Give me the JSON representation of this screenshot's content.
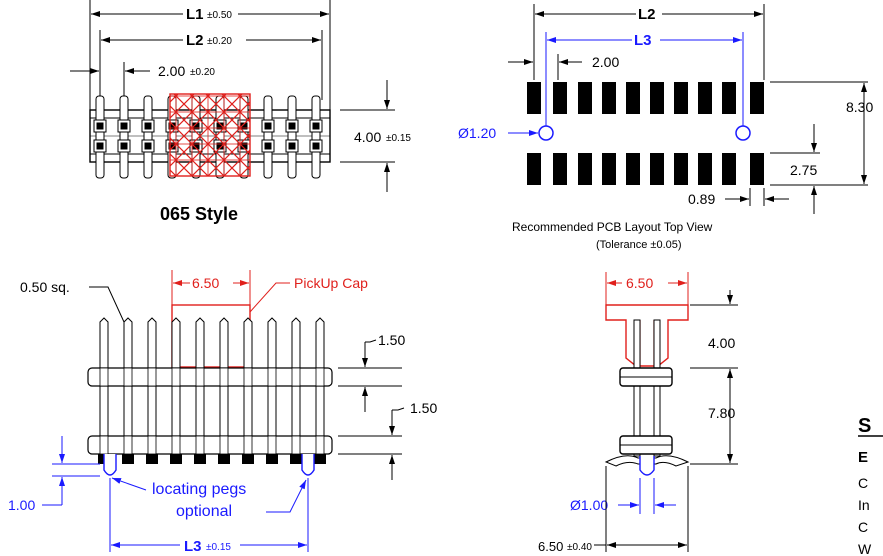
{
  "colors": {
    "ink": "#000000",
    "blue": "#1a1aff",
    "red": "#e0201c"
  },
  "top_view": {
    "dim_l1": "L1",
    "dim_l1_tol": "±0.50",
    "dim_l2": "L2",
    "dim_l2_tol": "±0.20",
    "pitch": "2.00",
    "pitch_tol": "±0.20",
    "height": "4.00",
    "height_tol": "±0.15",
    "style_title": "065 Style"
  },
  "pcb_layout": {
    "dim_l2": "L2",
    "dim_l3": "L3",
    "pitch": "2.00",
    "hole_dia": "Ø1.20",
    "row_span": "8.30",
    "pad_len": "2.75",
    "pad_width": "0.89",
    "caption": "Recommended PCB Layout Top View",
    "tolerance": "(Tolerance ±0.05)"
  },
  "side_view": {
    "pin_size": "0.50 sq.",
    "cap_width": "6.50",
    "pickup_cap": "PickUp Cap",
    "dim_a": "1.50",
    "dim_b": "1.50",
    "peg_len": "1.00",
    "pegs_line1": "locating pegs",
    "pegs_line2": "optional",
    "dim_l3": "L3",
    "dim_l3_tol": "±0.15"
  },
  "end_view": {
    "cap_width": "6.50",
    "cap_height": "4.00",
    "body_height": "7.80",
    "peg_dia": "Ø1.00",
    "base_width": "6.50",
    "base_width_tol": "±0.40"
  },
  "notes": {
    "title": "S",
    "line1": "E",
    "line2": "C",
    "line3": "In",
    "line4": "C",
    "line5": "W"
  }
}
